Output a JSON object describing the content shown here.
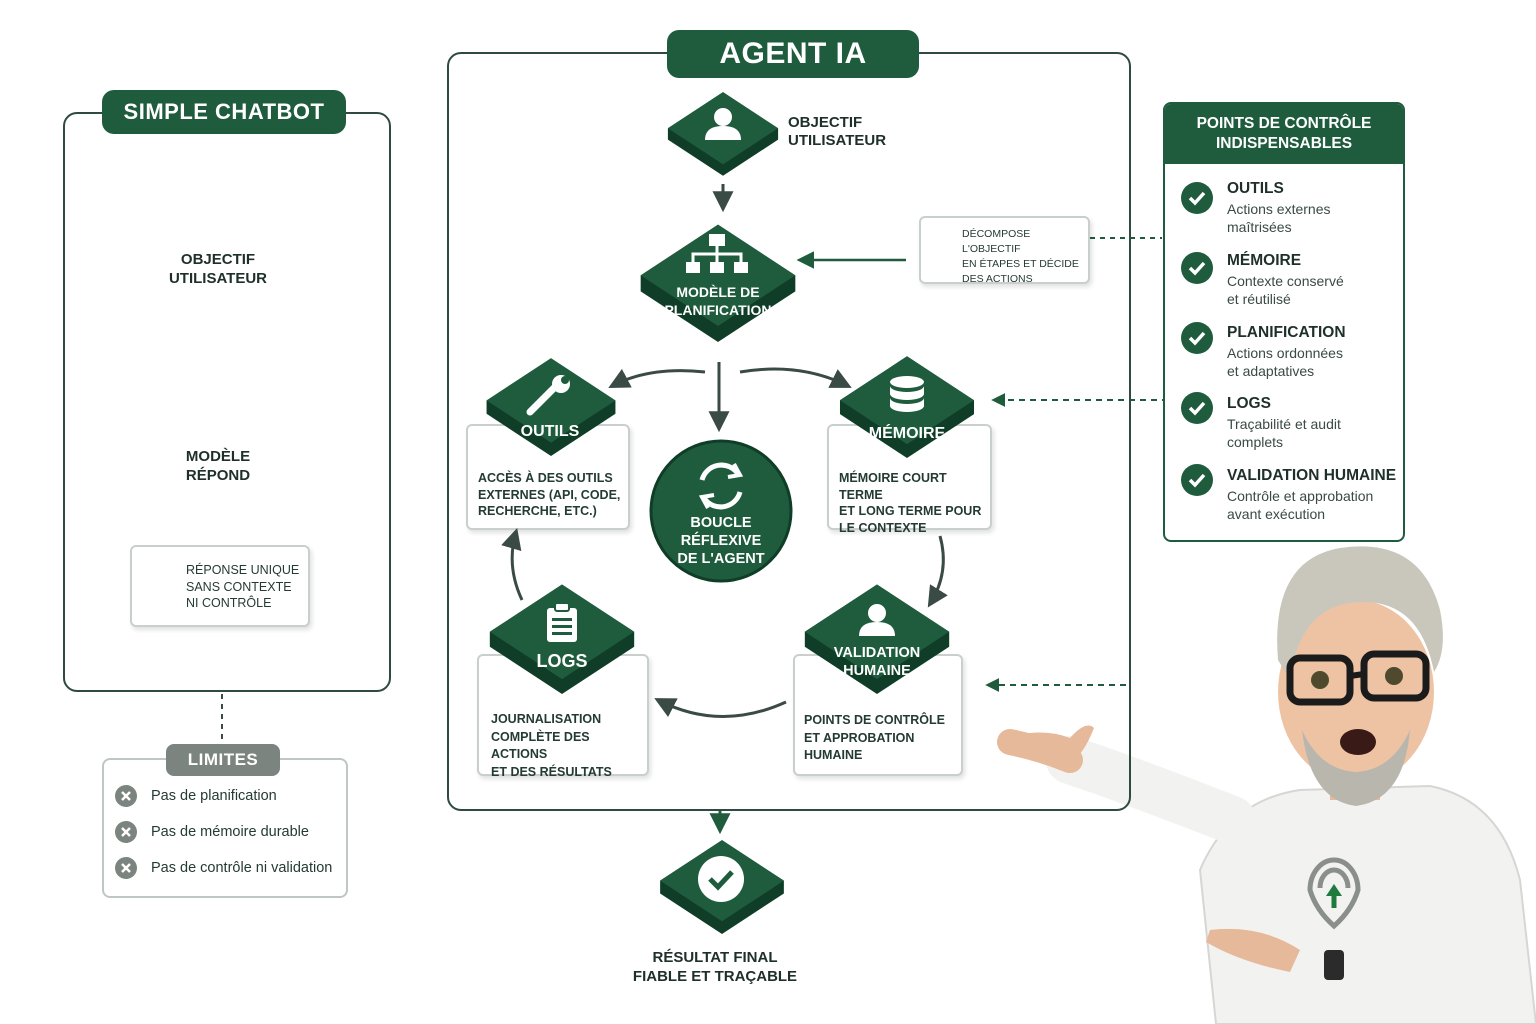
{
  "chatbot": {
    "title": "SIMPLE CHATBOT",
    "step1": [
      "OBJECTIF",
      "UTILISATEUR"
    ],
    "step2": [
      "MODÈLE",
      "RÉPOND"
    ],
    "response_card": [
      "RÉPONSE UNIQUE",
      "SANS CONTEXTE",
      "NI CONTRÔLE"
    ]
  },
  "limits": {
    "title": "LIMITES",
    "items": [
      "Pas de planification",
      "Pas de mémoire durable",
      "Pas de contrôle ni validation"
    ]
  },
  "agent": {
    "title": "AGENT IA",
    "objective": [
      "OBJECTIF",
      "UTILISATEUR"
    ],
    "planning": [
      "MODÈLE DE",
      "PLANIFICATION"
    ],
    "planning_note": [
      "DÉCOMPOSE L'OBJECTIF",
      "EN ÉTAPES ET DÉCIDE",
      "DES ACTIONS"
    ],
    "loop": [
      "BOUCLE",
      "RÉFLEXIVE",
      "DE L'AGENT"
    ],
    "tools": {
      "label": "OUTILS",
      "desc": [
        "ACCÈS À DES OUTILS",
        "EXTERNES (API, CODE,",
        "RECHERCHE, ETC.)"
      ]
    },
    "memory": {
      "label": "MÉMOIRE",
      "desc": [
        "MÉMOIRE COURT TERME",
        "ET LONG TERME POUR",
        "LE CONTEXTE"
      ]
    },
    "logs": {
      "label": "LOGS",
      "desc": [
        "JOURNALISATION",
        "COMPLÈTE DES ACTIONS",
        "ET DES RÉSULTATS"
      ]
    },
    "validation": {
      "label": [
        "VALIDATION",
        "HUMAINE"
      ],
      "desc": [
        "POINTS DE CONTRÔLE",
        "ET APPROBATION",
        "HUMAINE"
      ]
    },
    "result": [
      "RÉSULTAT FINAL",
      "FIABLE ET TRAÇABLE"
    ]
  },
  "checkpoints": {
    "title": [
      "POINTS DE CONTRÔLE",
      "INDISPENSABLES"
    ],
    "items": [
      {
        "title": "OUTILS",
        "desc": [
          "Actions externes",
          "maîtrisées"
        ]
      },
      {
        "title": "MÉMOIRE",
        "desc": [
          "Contexte conservé",
          "et réutilisé"
        ]
      },
      {
        "title": "PLANIFICATION",
        "desc": [
          "Actions ordonnées",
          "et adaptatives"
        ]
      },
      {
        "title": "LOGS",
        "desc": [
          "Traçabilité et audit",
          "complets"
        ]
      },
      {
        "title": "VALIDATION HUMAINE",
        "desc": [
          "Contrôle et approbation",
          "avant exécution"
        ]
      }
    ]
  },
  "colors": {
    "accent": "#1f5c3d",
    "frame": "#2f4a40",
    "grey": "#7c8480"
  },
  "icons": [
    "user-icon",
    "chat-bubble-icon",
    "sitemap-icon",
    "target-icon",
    "wrench-icon",
    "database-icon",
    "refresh-icon",
    "clipboard-icon",
    "check-icon",
    "close-icon"
  ]
}
